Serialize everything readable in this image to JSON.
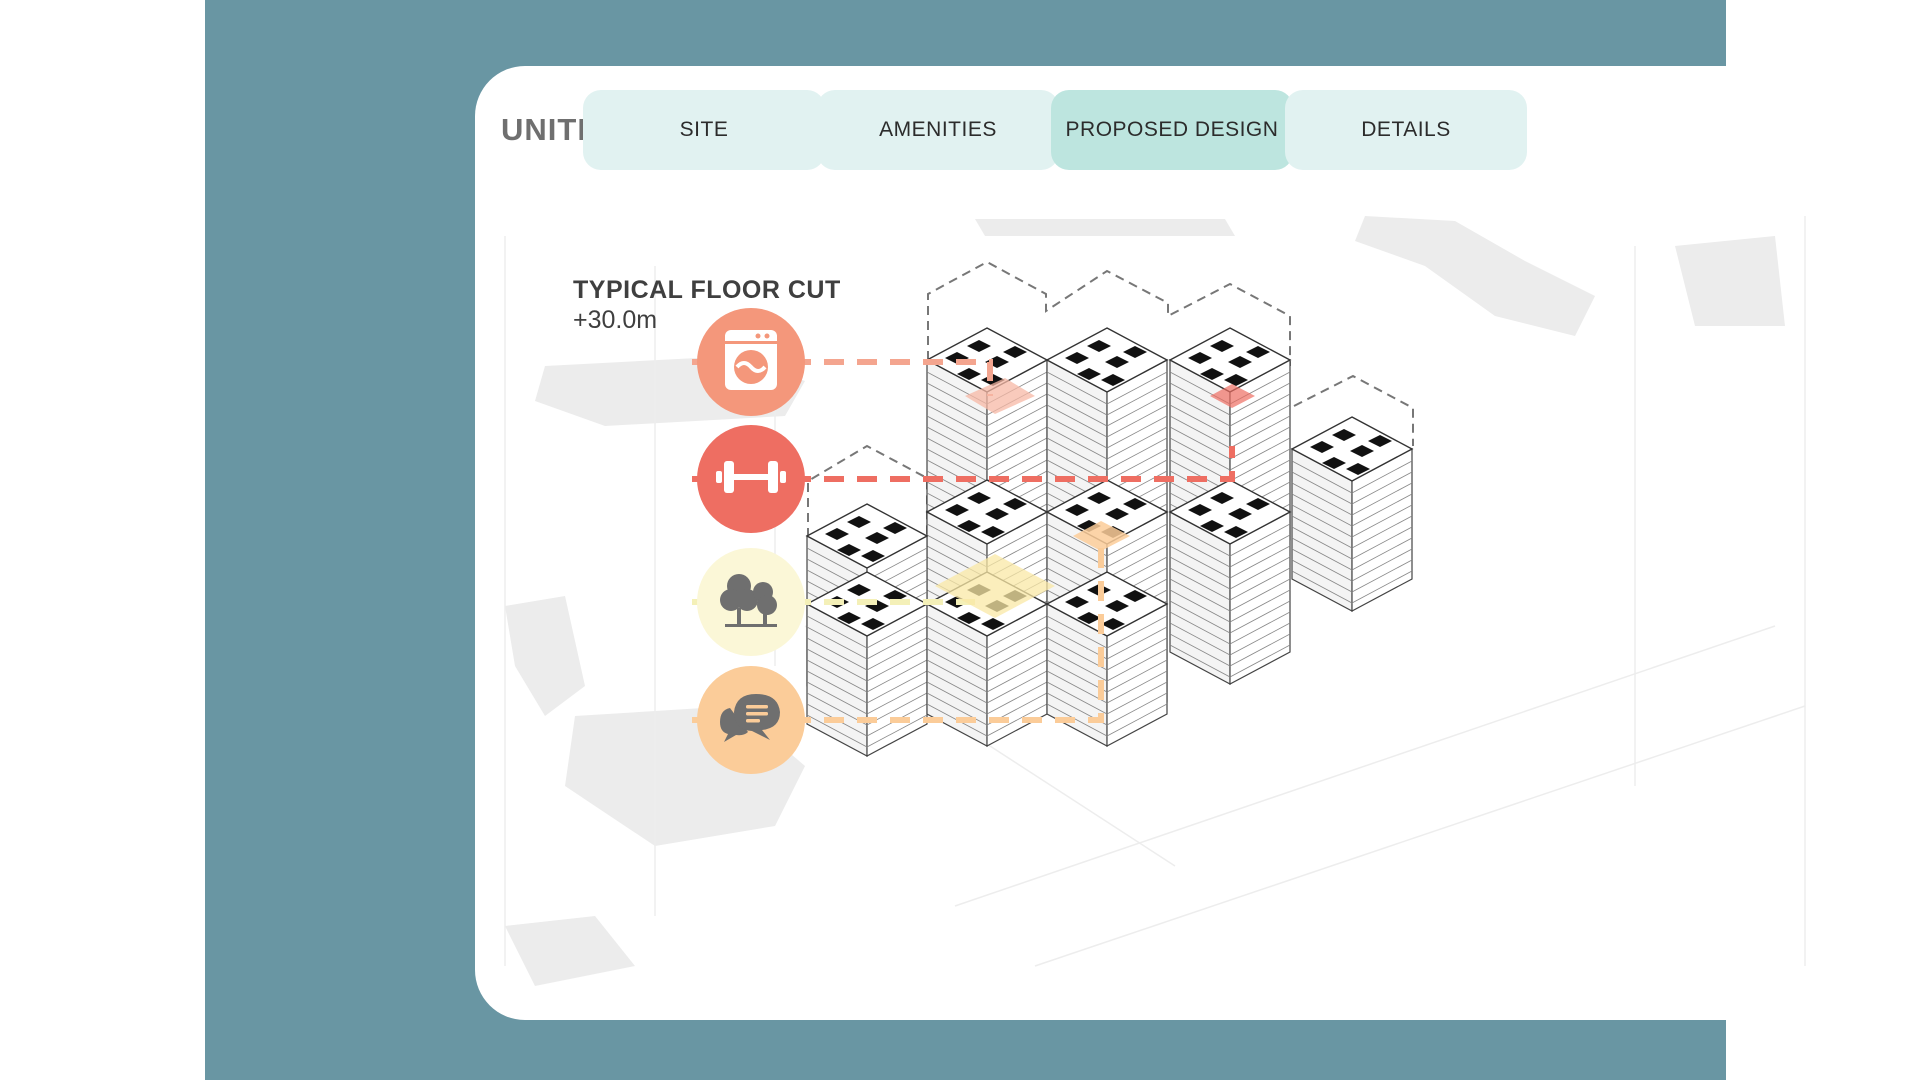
{
  "brand": "UNITE",
  "tabs": [
    {
      "label": "SITE"
    },
    {
      "label": "AMENITIES"
    },
    {
      "label": "PROPOSED DESIGN",
      "active": true
    },
    {
      "label": "DETAILS"
    }
  ],
  "floor_cut": {
    "title": "TYPICAL FLOOR CUT",
    "level": "+30.0m"
  },
  "amenities": [
    {
      "icon": "washing-machine-icon",
      "color": "#f4977b"
    },
    {
      "icon": "dumbbell-icon",
      "color": "#ee6e62"
    },
    {
      "icon": "trees-icon",
      "color": "#fbf7d7"
    },
    {
      "icon": "chat-bubbles-icon",
      "color": "#fbcc99"
    }
  ],
  "colors": {
    "frame": "#6996a3",
    "tab": "#e1f2f1",
    "tab_active": "#bde5df",
    "laundry_link": "#f4a58f",
    "gym_link": "#ee6e62",
    "park_link": "#f4f0b8",
    "community_link": "#fbcc99"
  }
}
